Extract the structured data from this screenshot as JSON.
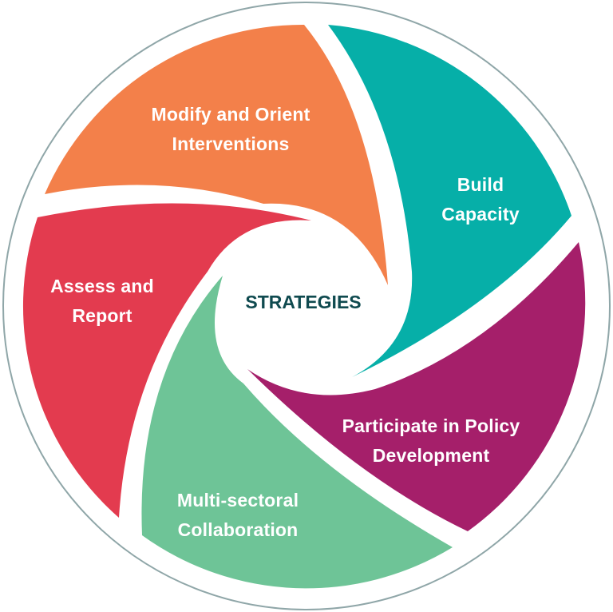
{
  "title": "STRATEGIES",
  "colors": {
    "outer_ring": "#8fa6a8",
    "center_text": "#0f4a4f",
    "orange": "#f3804a",
    "teal": "#06afa8",
    "purple": "#a51f6a",
    "green": "#6ec497",
    "red": "#e33b4f"
  },
  "segments": [
    {
      "id": "modify",
      "line1": "Modify and Orient",
      "line2": "Interventions",
      "color": "#f3804a"
    },
    {
      "id": "build",
      "line1": "Build",
      "line2": "Capacity",
      "color": "#06afa8"
    },
    {
      "id": "policy",
      "line1": "Participate in Policy",
      "line2": "Development",
      "color": "#a51f6a"
    },
    {
      "id": "collab",
      "line1": "Multi-sectoral",
      "line2": "Collaboration",
      "color": "#6ec497"
    },
    {
      "id": "assess",
      "line1": "Assess and",
      "line2": "Report",
      "color": "#e33b4f"
    }
  ]
}
